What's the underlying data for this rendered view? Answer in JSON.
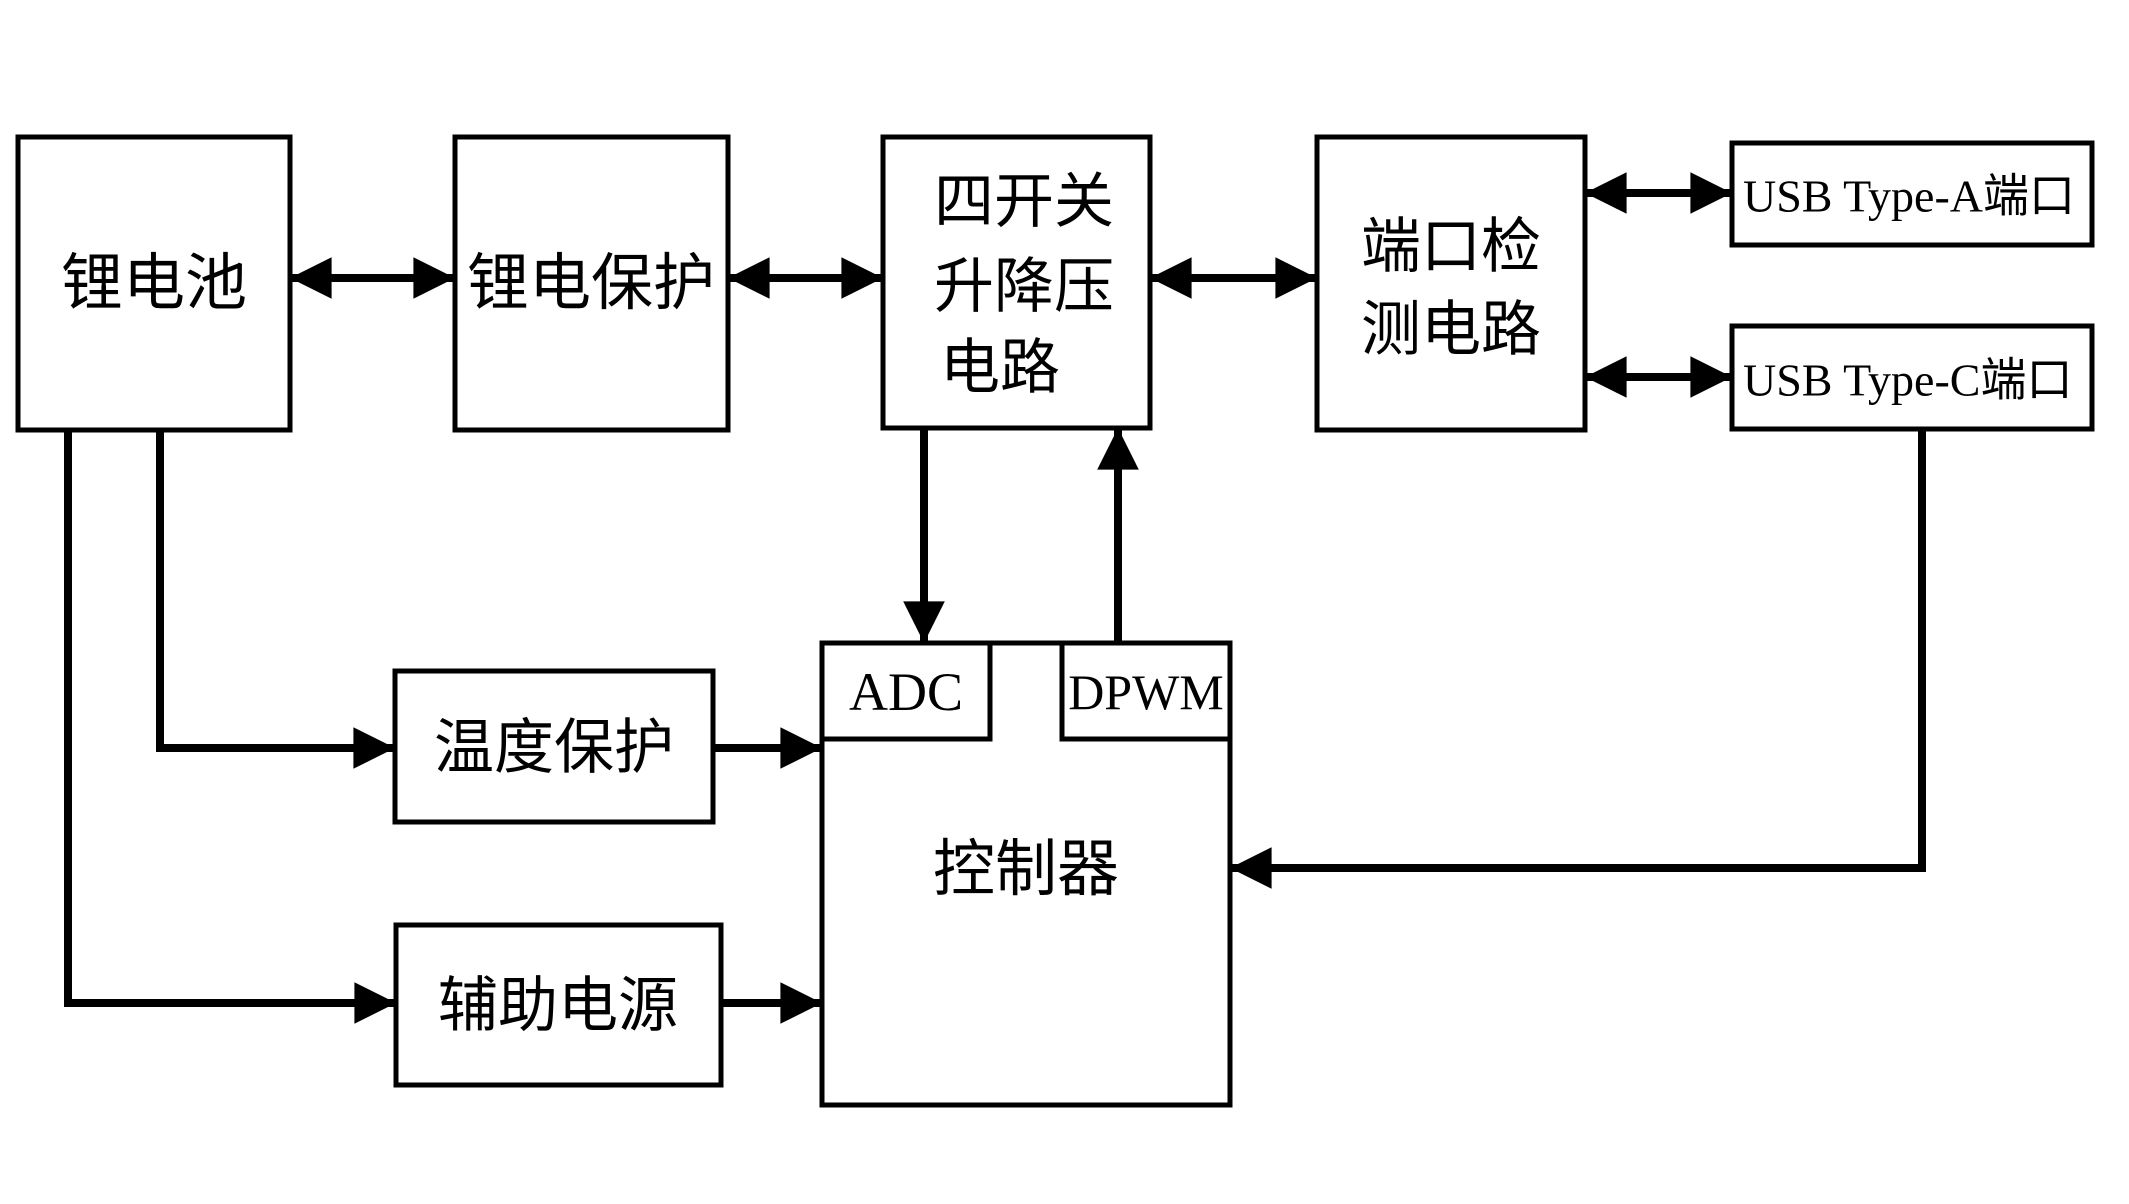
{
  "figure": {
    "background_color": "#ffffff",
    "line_color": "#000000",
    "blocks": {
      "battery": {
        "label": "锂电池"
      },
      "battery_protection": {
        "label": "锂电保护"
      },
      "buck_boost": {
        "line1": "四开关",
        "line2": "升降压",
        "line3": "电路"
      },
      "port_detection": {
        "line1": "端口检",
        "line2": "测电路"
      },
      "usb_type_a": {
        "label": "USB Type-A端口"
      },
      "usb_type_c": {
        "label": "USB Type-C端口"
      },
      "temperature_protection": {
        "label": "温度保护"
      },
      "auxiliary_power": {
        "label": "辅助电源"
      },
      "controller": {
        "label": "控制器"
      },
      "adc": {
        "label": "ADC"
      },
      "dpwm": {
        "label": "DPWM"
      }
    }
  }
}
